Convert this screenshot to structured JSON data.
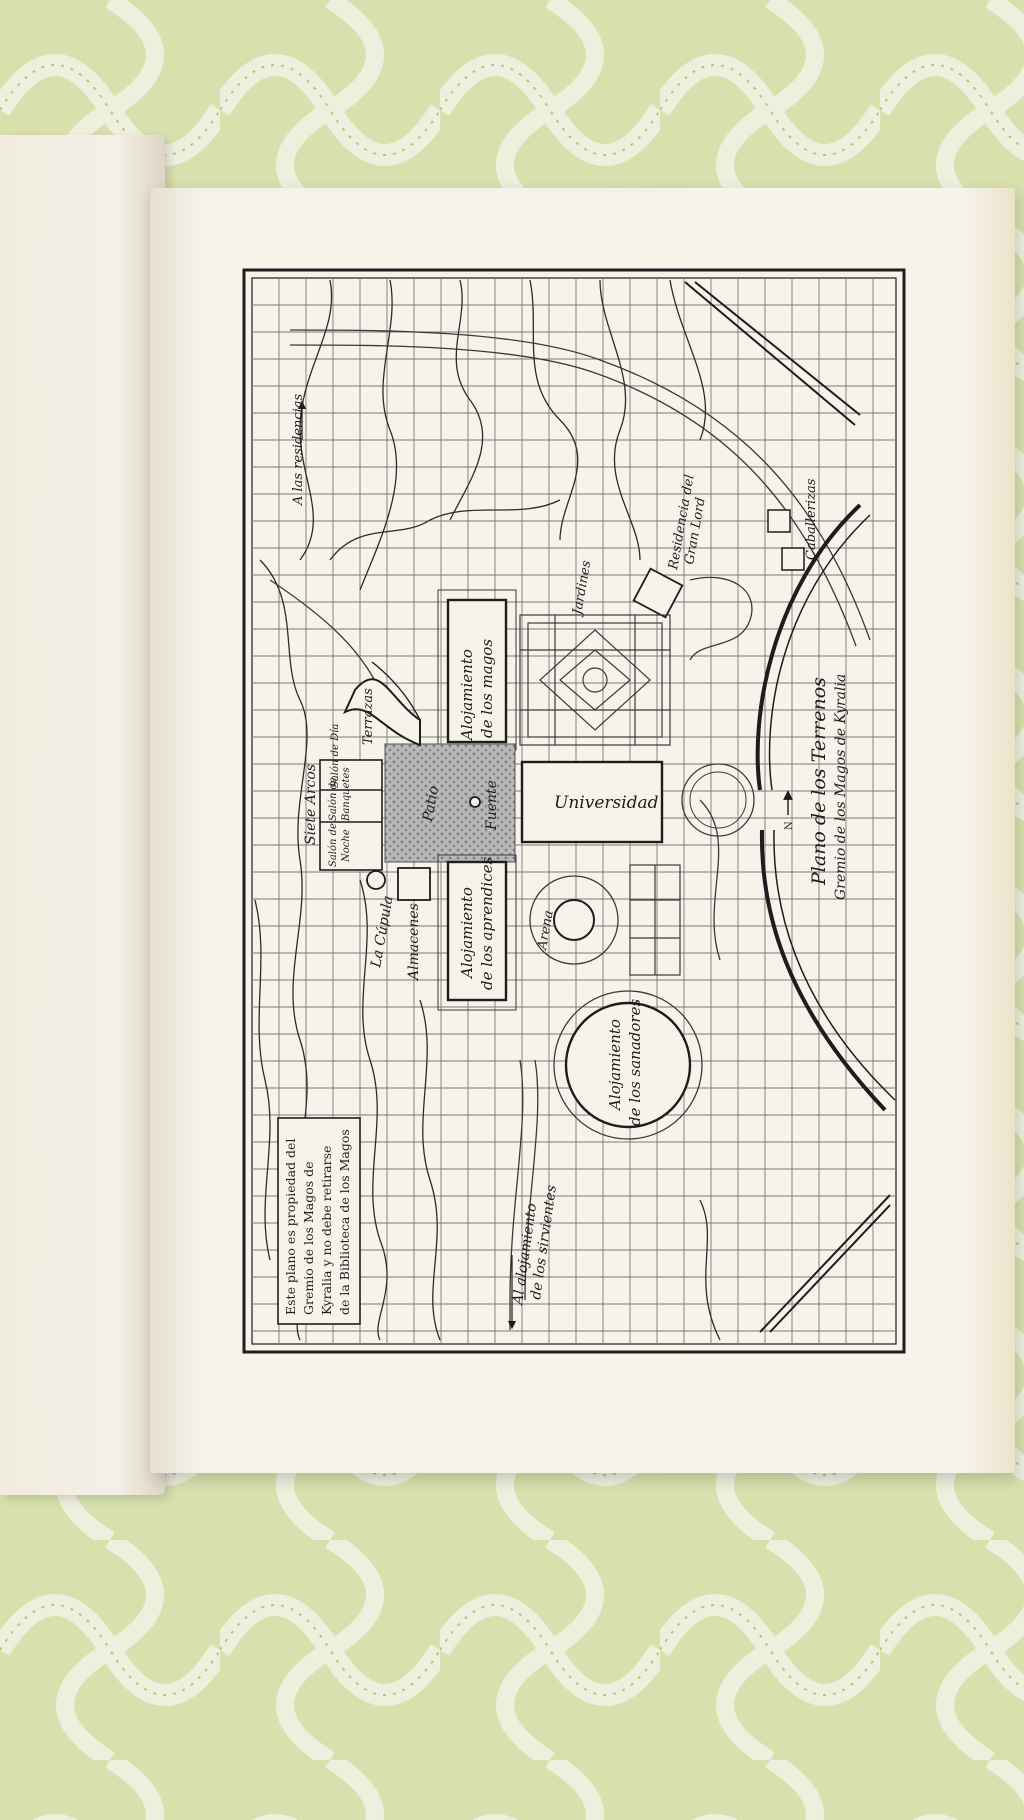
{
  "map": {
    "title": "Plano de los Terrenos",
    "subtitle": "Gremio de los Magos de Kyralia",
    "north": "N",
    "notice": [
      "Este plano es propiedad del",
      "Gremio de los Magos de",
      "Kyralia y no debe retirarse",
      "de la Biblioteca de los Magos"
    ],
    "labels": {
      "to_residences": "A las residencias",
      "to_servants_1": "Al alojamiento",
      "to_servants_2": "de los sirvientes",
      "residence_1": "Residencia del",
      "residence_2": "Gran Lord",
      "stables": "Caballerizas",
      "gardens": "Jardines",
      "mages_1": "Alojamiento",
      "mages_2": "de los magos",
      "university": "Universidad",
      "fountain": "Fuente",
      "patio": "Patio",
      "terraces": "Terrazas",
      "seven_arches": "Siete Arcos",
      "day_hall": "Salón de Día",
      "banquet_hall_1": "Salón de",
      "banquet_hall_2": "Banquetes",
      "night_hall_1": "Salón de",
      "night_hall_2": "Noche",
      "dome": "La Cúpula",
      "warehouses": "Almacenes",
      "novices_1": "Alojamiento",
      "novices_2": "de los aprendices",
      "arena": "Arena",
      "healers_1": "Alojamiento",
      "healers_2": "de los sanadores"
    }
  },
  "colors": {
    "ink": "#1d1d1d",
    "grid": "#6f6f6f",
    "paper": "#f7f3ea",
    "fabric": "#d9e2b0"
  }
}
